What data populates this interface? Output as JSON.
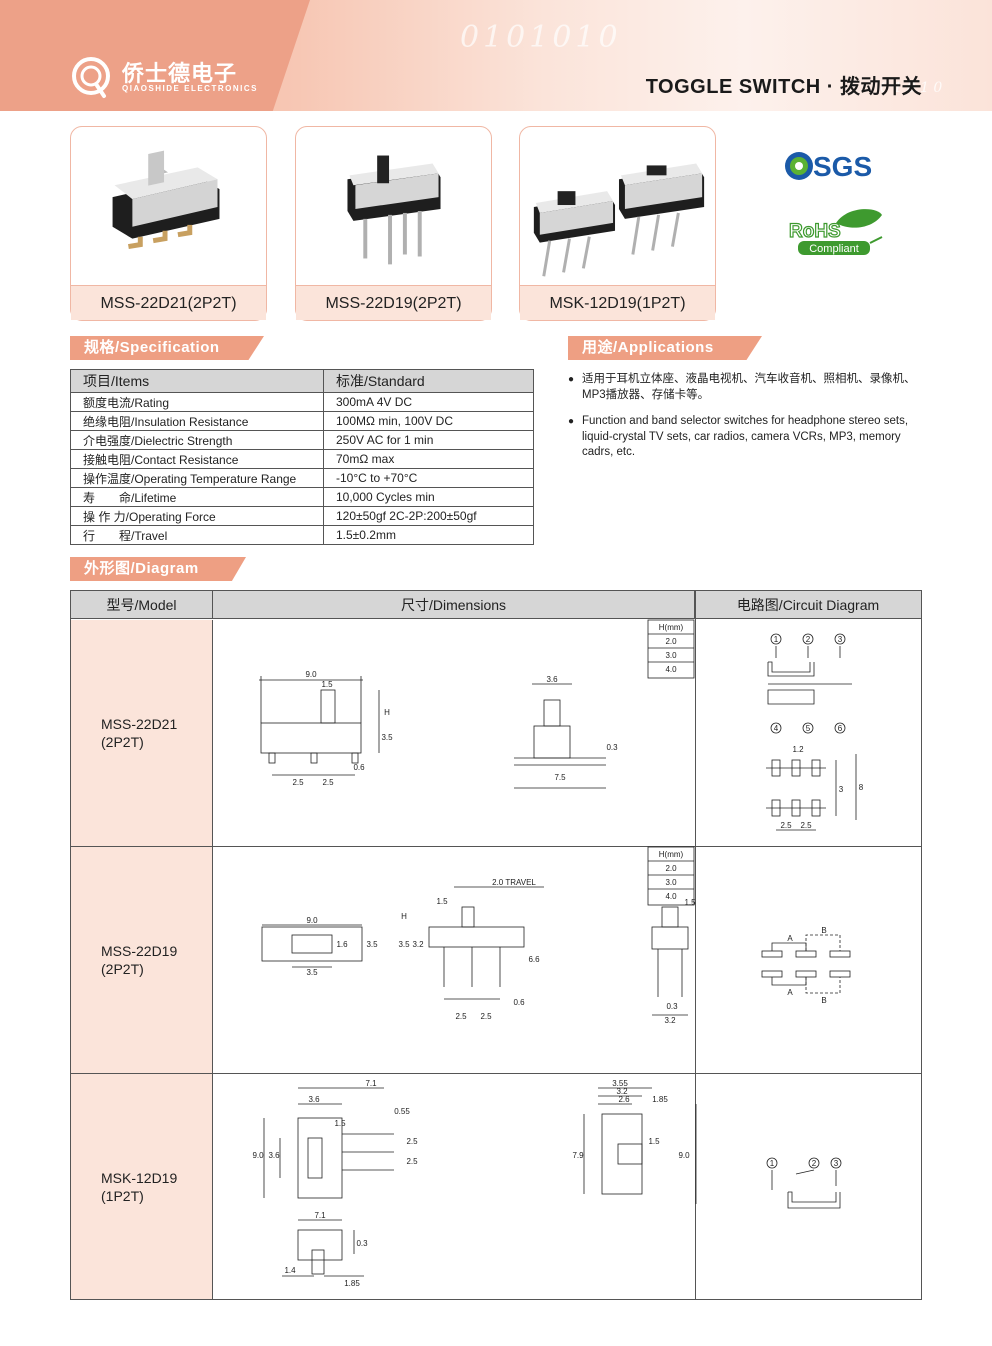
{
  "header": {
    "company_cn": "侨士德电子",
    "company_en": "QIAOSHIDE ELECTRONICS",
    "title": "TOGGLE SWITCH · 拨动开关",
    "binary_text": "0101010",
    "binary_text_small": "0 1 0 1 0"
  },
  "products": [
    {
      "caption": "MSS-22D21(2P2T)"
    },
    {
      "caption": "MSS-22D19(2P2T)"
    },
    {
      "caption": "MSK-12D19(1P2T)"
    }
  ],
  "certifications": {
    "sgs": "SGS",
    "rohs": "RoHS",
    "rohs_sub": "Compliant"
  },
  "specification": {
    "tab": "规格/Specification",
    "headers": [
      "项目/Items",
      "标准/Standard"
    ],
    "rows": [
      [
        "额度电流/Rating",
        "300mA  4V DC"
      ],
      [
        "绝缘电阻/Insulation Resistance",
        "100MΩ min, 100V DC"
      ],
      [
        "介电强度/Dielectric Strength",
        "250V AC for 1 min"
      ],
      [
        "接触电阻/Contact Resistance",
        "70mΩ max"
      ],
      [
        "操作温度/Operating Temperature Range",
        "-10°C to +70°C"
      ],
      [
        "寿　　命/Lifetime",
        "10,000 Cycles min"
      ],
      [
        "操 作 力/Operating Force",
        "120±50gf   2C-2P:200±50gf"
      ],
      [
        "行　　程/Travel",
        "1.5±0.2mm"
      ]
    ]
  },
  "applications": {
    "tab": "用途/Applications",
    "items": [
      "适用于耳机立体座、液晶电视机、汽车收音机、照相机、录像机、MP3播放器、存储卡等。",
      "Function and band selector switches for headphone stereo sets, liquid-crystal TV sets, car radios, camera VCRs, MP3, memory cadrs, etc."
    ]
  },
  "diagram": {
    "tab": "外形图/Diagram",
    "headers": [
      "型号/Model",
      "尺寸/Dimensions",
      "电路图/Circuit Diagram"
    ],
    "models": [
      {
        "line1": "MSS-22D21",
        "line2": "(2P2T)"
      },
      {
        "line1": "MSS-22D19",
        "line2": "(2P2T)"
      },
      {
        "line1": "MSK-12D19",
        "line2": "(1P2T)"
      }
    ],
    "h_table": {
      "header": "H(mm)",
      "values": [
        "2.0",
        "3.0",
        "4.0"
      ]
    },
    "labels": {
      "r1": {
        "w": "9.0",
        "k": "1.5",
        "h": "H",
        "hh": "3.5",
        "p": "0.6",
        "s1": "2.5",
        "s2": "2.5",
        "side_w": "3.6",
        "side_t": "0.3",
        "side_b": "7.5",
        "c_p": "1.2",
        "c_h": "3",
        "c_h2": "8",
        "c_s1": "2.5",
        "c_s2": "2.5",
        "n1": "1",
        "n2": "2",
        "n3": "3",
        "n4": "4",
        "n5": "5",
        "n6": "6"
      },
      "r2": {
        "w": "9.0",
        "k": "1.6",
        "hh": "3.5",
        "b": "3.5",
        "travel": "2.0 TRAVEL",
        "k2": "1.5",
        "h": "H",
        "h35": "3.5",
        "h32": "3.2",
        "pin": "6.6",
        "p": "0.6",
        "s1": "2.5",
        "s2": "2.5",
        "side_k": "1.5",
        "side_t": "0.3",
        "side_b": "3.2",
        "A": "A",
        "B": "B"
      },
      "r3": {
        "w": "7.1",
        "k": "3.6",
        "k2": "1.5",
        "t": "0.55",
        "s1": "2.5",
        "s2": "2.5",
        "h": "9.0",
        "h2": "3.6",
        "sw": "3.55",
        "sk": "3.2",
        "sk2": "2.6",
        "sk3": "1.85",
        "sh": "7.9",
        "sk4": "1.5",
        "sh2": "9.0",
        "bw": "7.1",
        "bt": "0.3",
        "bl": "1.4",
        "br": "1.85",
        "n1": "1",
        "n2": "2",
        "n3": "3"
      }
    }
  }
}
